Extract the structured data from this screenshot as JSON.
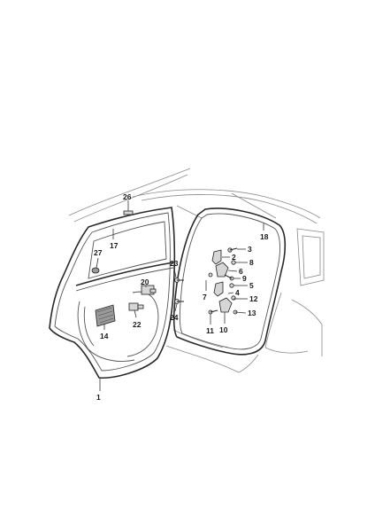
{
  "diagram": {
    "callouts": [
      {
        "id": "c1",
        "label": "1"
      },
      {
        "id": "c2",
        "label": "2"
      },
      {
        "id": "c3",
        "label": "3"
      },
      {
        "id": "c4",
        "label": "4"
      },
      {
        "id": "c5",
        "label": "5"
      },
      {
        "id": "c6",
        "label": "6"
      },
      {
        "id": "c7",
        "label": "7"
      },
      {
        "id": "c8",
        "label": "8"
      },
      {
        "id": "c9",
        "label": "9"
      },
      {
        "id": "c10",
        "label": "10"
      },
      {
        "id": "c11",
        "label": "11"
      },
      {
        "id": "c12",
        "label": "12"
      },
      {
        "id": "c13",
        "label": "13"
      },
      {
        "id": "c14",
        "label": "14"
      },
      {
        "id": "c17",
        "label": "17"
      },
      {
        "id": "c18",
        "label": "18"
      },
      {
        "id": "c20",
        "label": "20"
      },
      {
        "id": "c22",
        "label": "22"
      },
      {
        "id": "c23",
        "label": "23"
      },
      {
        "id": "c24",
        "label": "24"
      },
      {
        "id": "c26",
        "label": "26"
      },
      {
        "id": "c27",
        "label": "27"
      }
    ]
  }
}
